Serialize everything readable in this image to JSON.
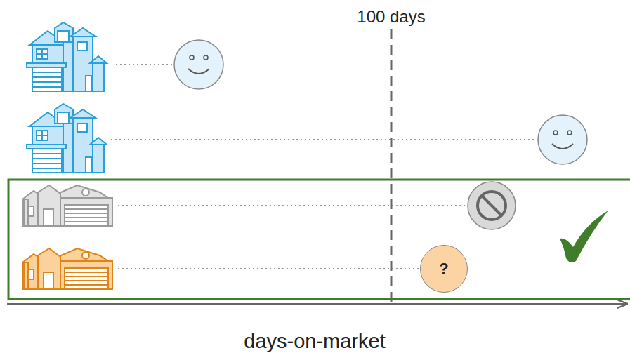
{
  "diagram": {
    "nodes": [
      {
        "text": [
          "?"
        ]
      }
    ],
    "labels": [
      "100 days",
      "days-on-market"
    ]
  }
}
